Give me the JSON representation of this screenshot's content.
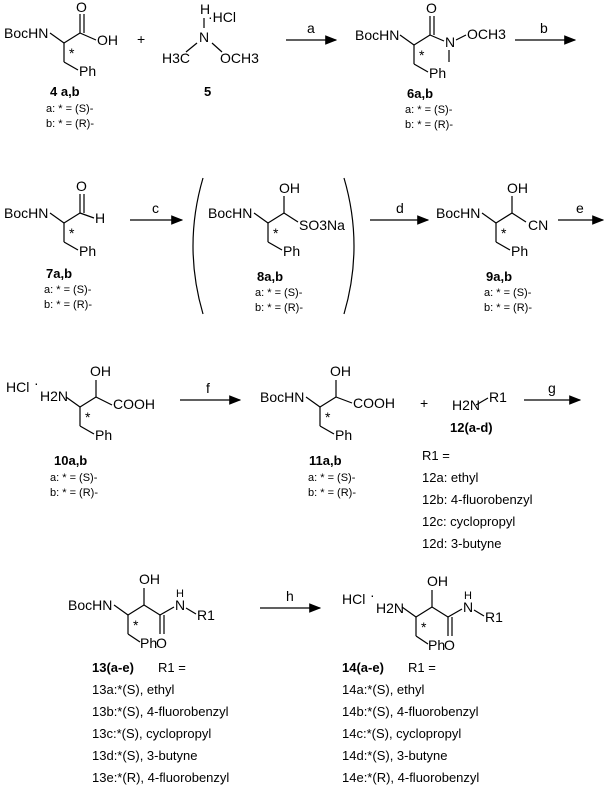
{
  "atoms": {
    "boc": "BocHN",
    "oh": "OH",
    "o": "O",
    "ph": "Ph",
    "star": "*",
    "h": "H",
    "hcl_dot": "·HCl",
    "h3c": "H3C",
    "n": "N",
    "och3": "OCH3",
    "so3na": "SO3Na",
    "cn": "CN",
    "hcl_salt": "HCl",
    "h2n": "H2N",
    "cooh": "COOH",
    "r1": "R1",
    "n_r1": "N",
    "h_n": "H",
    "plus": "+"
  },
  "compounds": {
    "c4": {
      "label": "4 a,b",
      "a": "a: * = (S)-",
      "b": "b: * = (R)-"
    },
    "c5": {
      "label": "5"
    },
    "c6": {
      "label": "6a,b",
      "a": "a: * = (S)-",
      "b": "b: * = (R)-"
    },
    "c7": {
      "label": "7a,b",
      "a": "a: * = (S)-",
      "b": "b: * = (R)-"
    },
    "c8": {
      "label": "8a,b",
      "a": "a: * = (S)-",
      "b": "b: * = (R)-"
    },
    "c9": {
      "label": "9a,b",
      "a": "a: * = (S)-",
      "b": "b: * = (R)-"
    },
    "c10": {
      "label": "10a,b",
      "a": "a: * = (S)-",
      "b": "b: * = (R)-"
    },
    "c11": {
      "label": "11a,b",
      "a": "a: * = (S)-",
      "b": "b: * = (R)-"
    },
    "c12": {
      "label": "12(a-d)",
      "r_header": "R1 =",
      "items": [
        "12a: ethyl",
        "12b: 4-fluorobenzyl",
        "12c: cyclopropyl",
        "12d: 3-butyne"
      ]
    },
    "c13": {
      "label": "13(a-e)",
      "r_header": "R1 =",
      "items": [
        "13a:*(S), ethyl",
        "13b:*(S), 4-fluorobenzyl",
        "13c:*(S), cyclopropyl",
        "13d:*(S), 3-butyne",
        "13e:*(R), 4-fluorobenzyl"
      ]
    },
    "c14": {
      "label": "14(a-e)",
      "r_header": "R1 =",
      "items": [
        "14a:*(S), ethyl",
        "14b:*(S), 4-fluorobenzyl",
        "14c:*(S), cyclopropyl",
        "14d:*(S), 3-butyne",
        "14e:*(R), 4-fluorobenzyl"
      ]
    }
  },
  "reagents": [
    "a",
    "b",
    "c",
    "d",
    "e",
    "f",
    "g",
    "h"
  ]
}
